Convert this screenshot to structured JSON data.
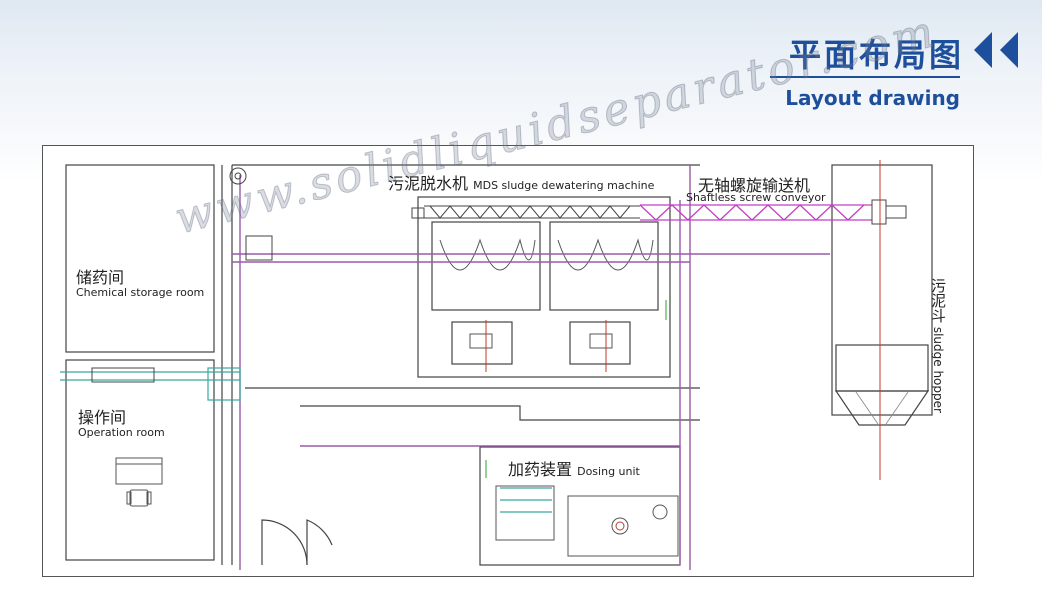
{
  "header": {
    "title_cn": "平面布局图",
    "title_en": "Layout drawing"
  },
  "rooms": {
    "chemical_storage": {
      "cn": "储药间",
      "en": "Chemical storage room"
    },
    "operation": {
      "cn": "操作间",
      "en": "Operation room"
    }
  },
  "equipment": {
    "dewatering": {
      "cn": "污泥脱水机",
      "en": "MDS sludge dewatering machine"
    },
    "conveyor": {
      "cn": "无轴螺旋输送机",
      "en": "Shaftless screw conveyor"
    },
    "hopper": {
      "cn": "污泥斗",
      "en": "sludge hopper"
    },
    "dosing": {
      "cn": "加药装置",
      "en": "Dosing unit"
    }
  },
  "watermark": "www.solidliquidseparator.com",
  "colors": {
    "brand": "#1e4f9c",
    "pipe_purple": "#9a5aa8",
    "pipe_teal": "#3aa7a0",
    "conveyor_magenta": "#c040c0",
    "axis_red": "#c0392b",
    "line": "#444444"
  },
  "icons": [
    "double-chevron-left-icon",
    "chair-icon",
    "desk-icon",
    "door-swing-icon"
  ]
}
